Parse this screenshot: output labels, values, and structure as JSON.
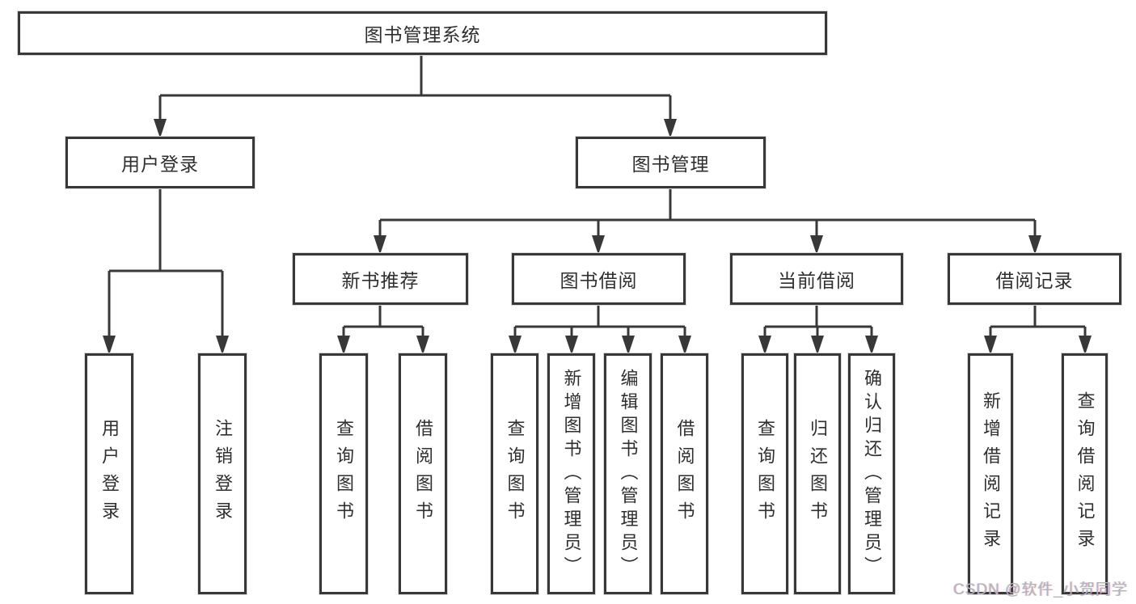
{
  "diagram": {
    "type": "hierarchy-tree",
    "title": "图书管理系统",
    "colors": {
      "background": "#ffffff",
      "line": "#383838",
      "box_border": "#383838",
      "text": "#2f2f2f",
      "watermark": "#b4b4b4"
    },
    "tree": {
      "label": "图书管理系统",
      "children": [
        {
          "label": "用户登录",
          "children": [
            {
              "label": "用户登录"
            },
            {
              "label": "注销登录"
            }
          ]
        },
        {
          "label": "图书管理",
          "children": [
            {
              "label": "新书推荐",
              "children": [
                {
                  "label": "查询图书"
                },
                {
                  "label": "借阅图书"
                }
              ]
            },
            {
              "label": "图书借阅",
              "children": [
                {
                  "label": "查询图书"
                },
                {
                  "label": "新增图书（管理员）"
                },
                {
                  "label": "编辑图书（管理员）"
                },
                {
                  "label": "借阅图书"
                }
              ]
            },
            {
              "label": "当前借阅",
              "children": [
                {
                  "label": "查询图书"
                },
                {
                  "label": "归还图书"
                },
                {
                  "label": "确认归还（管理员）"
                }
              ]
            },
            {
              "label": "借阅记录",
              "children": [
                {
                  "label": "新增借阅记录"
                },
                {
                  "label": "查询借阅记录"
                }
              ]
            }
          ]
        }
      ]
    },
    "watermark": "CSDN @软件_小贺同学"
  }
}
